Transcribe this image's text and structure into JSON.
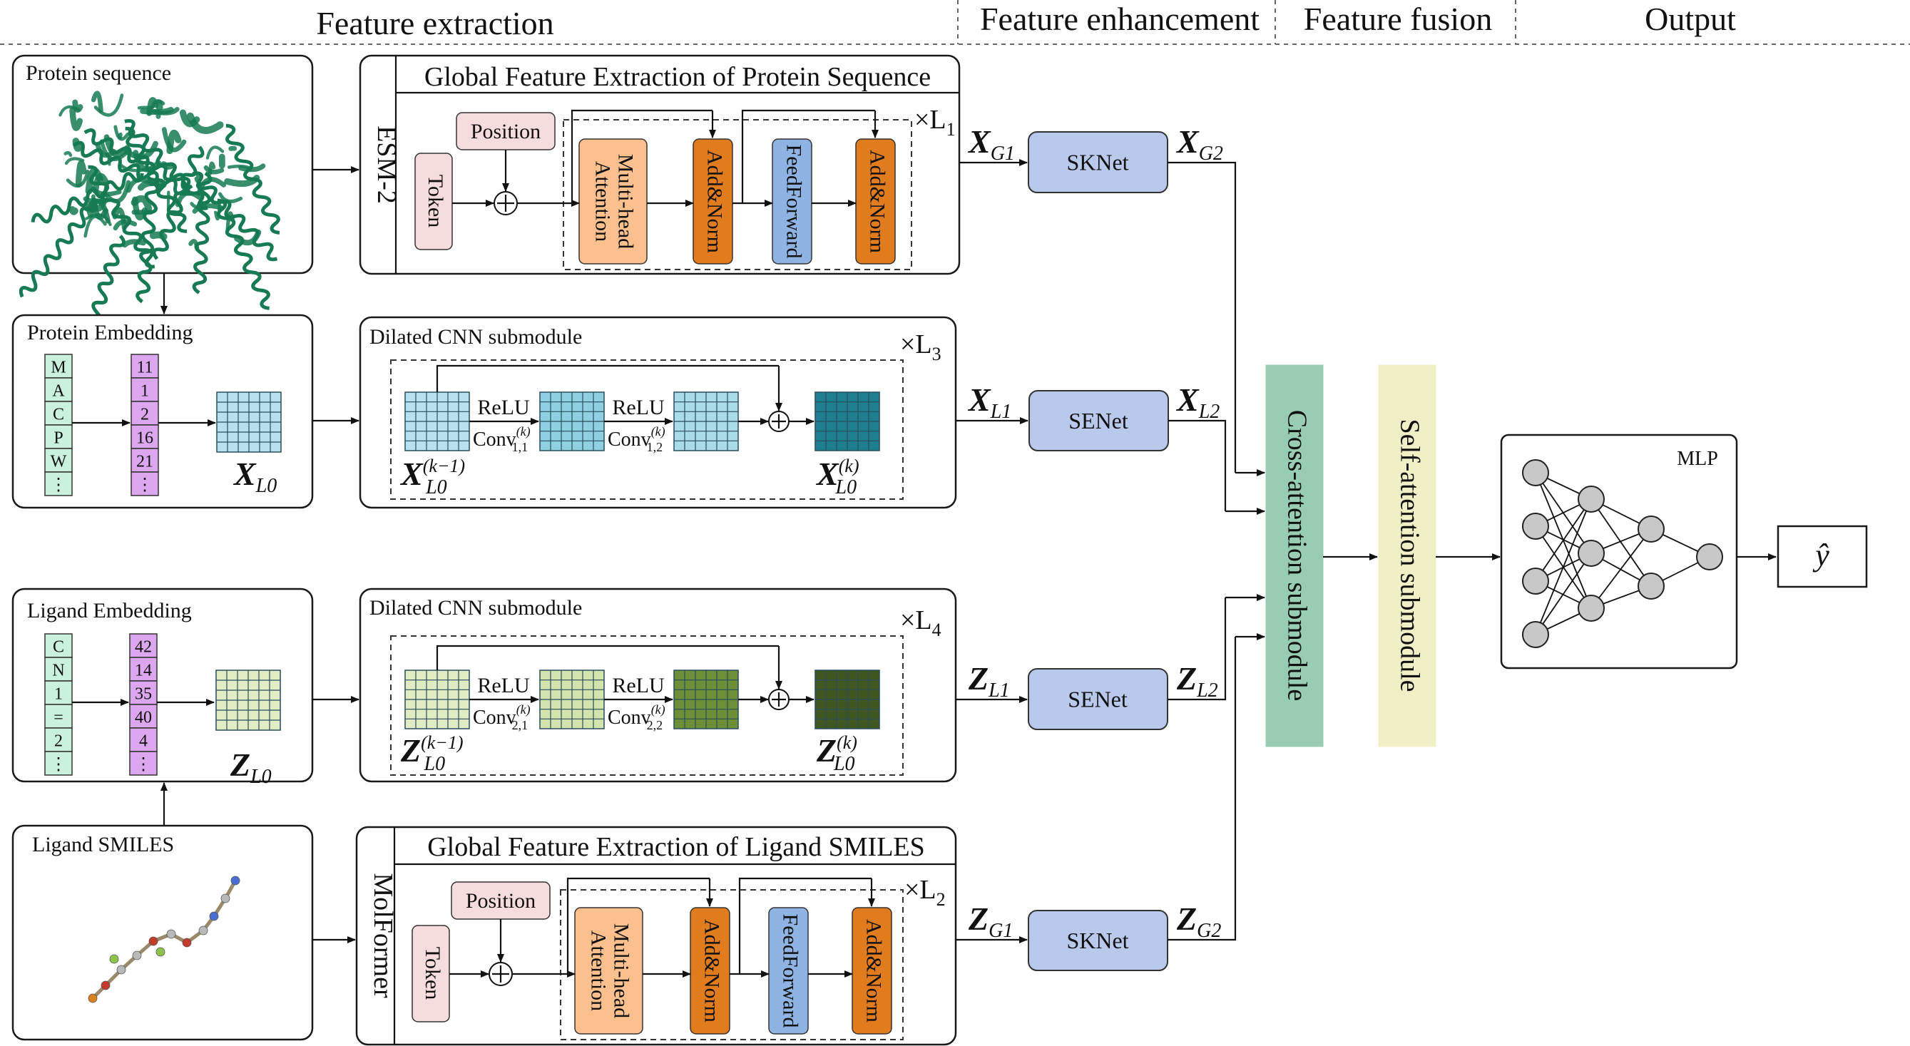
{
  "sections": [
    "Feature extraction",
    "Feature enhancement",
    "Feature fusion",
    "Output"
  ],
  "protein_sequence": {
    "title": "Protein sequence"
  },
  "protein_embedding": {
    "title": "Protein Embedding",
    "letters": [
      "M",
      "A",
      "C",
      "P",
      "W",
      "⋮"
    ],
    "indices": [
      "11",
      "1",
      "2",
      "16",
      "21",
      "⋮"
    ],
    "var": "X",
    "var_sub": "L0"
  },
  "ligand_embedding": {
    "title": "Ligand Embedding",
    "letters": [
      "C",
      "N",
      "1",
      "=",
      "2",
      "⋮"
    ],
    "indices": [
      "42",
      "14",
      "35",
      "40",
      "4",
      "⋮"
    ],
    "var": "Z",
    "var_sub": "L0"
  },
  "ligand_smiles": {
    "title": "Ligand SMILES"
  },
  "esm": {
    "model": "ESM-2",
    "title": "Global Feature Extraction of Protein Sequence",
    "position": "Position",
    "token": "Token",
    "mha": [
      "Multi-head",
      "Attention"
    ],
    "addnorm": "Add&Norm",
    "ff": "FeedForward",
    "repeat": "×L",
    "repeat_sub": "1"
  },
  "molformer": {
    "model": "MolFormer",
    "title": "Global Feature Extraction of Ligand SMILES",
    "position": "Position",
    "token": "Token",
    "mha": [
      "Multi-head",
      "Attention"
    ],
    "addnorm": "Add&Norm",
    "ff": "FeedForward",
    "repeat": "×L",
    "repeat_sub": "2"
  },
  "cnn_protein": {
    "title": "Dilated CNN submodule",
    "repeat": "×L",
    "repeat_sub": "3",
    "relu": "ReLU",
    "conv": "Conv",
    "conv_sup": "(k)",
    "conv1_sub": "1,1",
    "conv2_sub": "1,2",
    "in_var": "X",
    "in_sub": "L0",
    "in_sup": "(k−1)",
    "out_var": "X",
    "out_sub": "L0",
    "out_sup": "(k)"
  },
  "cnn_ligand": {
    "title": "Dilated CNN submodule",
    "repeat": "×L",
    "repeat_sub": "4",
    "relu": "ReLU",
    "conv": "Conv",
    "conv_sup": "(k)",
    "conv1_sub": "2,1",
    "conv2_sub": "2,2",
    "in_var": "Z",
    "in_sub": "L0",
    "in_sup": "(k−1)",
    "out_var": "Z",
    "out_sub": "L0",
    "out_sup": "(k)"
  },
  "enhancement": [
    {
      "in_var": "X",
      "in_sub": "G1",
      "label": "SKNet",
      "out_var": "X",
      "out_sub": "G2"
    },
    {
      "in_var": "X",
      "in_sub": "L1",
      "label": "SENet",
      "out_var": "X",
      "out_sub": "L2"
    },
    {
      "in_var": "Z",
      "in_sub": "L1",
      "label": "SENet",
      "out_var": "Z",
      "out_sub": "L2"
    },
    {
      "in_var": "Z",
      "in_sub": "G1",
      "label": "SKNet",
      "out_var": "Z",
      "out_sub": "G2"
    }
  ],
  "cross_attention": "Cross-attention submodule",
  "self_attention": "Self-attention submodule",
  "mlp": "MLP",
  "output": "ŷ",
  "colors": {
    "position": "#f6dcdc",
    "token": "#f6dcdc",
    "mha": "#fcc08f",
    "addnorm": "#e07b1e",
    "ff": "#8fb4e3",
    "enhance": "#b9c9ec",
    "cross": "#98cdb3",
    "self": "#f1efc6",
    "letters": "#c9f1dd",
    "indices": "#dca7ee",
    "grid_x0": "#b8e0ef",
    "grid_x1": "#8ecfe2",
    "grid_x2": "#a9dbe9",
    "grid_xo": "#1f7f90",
    "grid_z0": "#e1ecc4",
    "grid_z1": "#d3e3ad",
    "grid_z2": "#6e8f37",
    "grid_zo": "#3f5620",
    "protein": "#167a52"
  }
}
